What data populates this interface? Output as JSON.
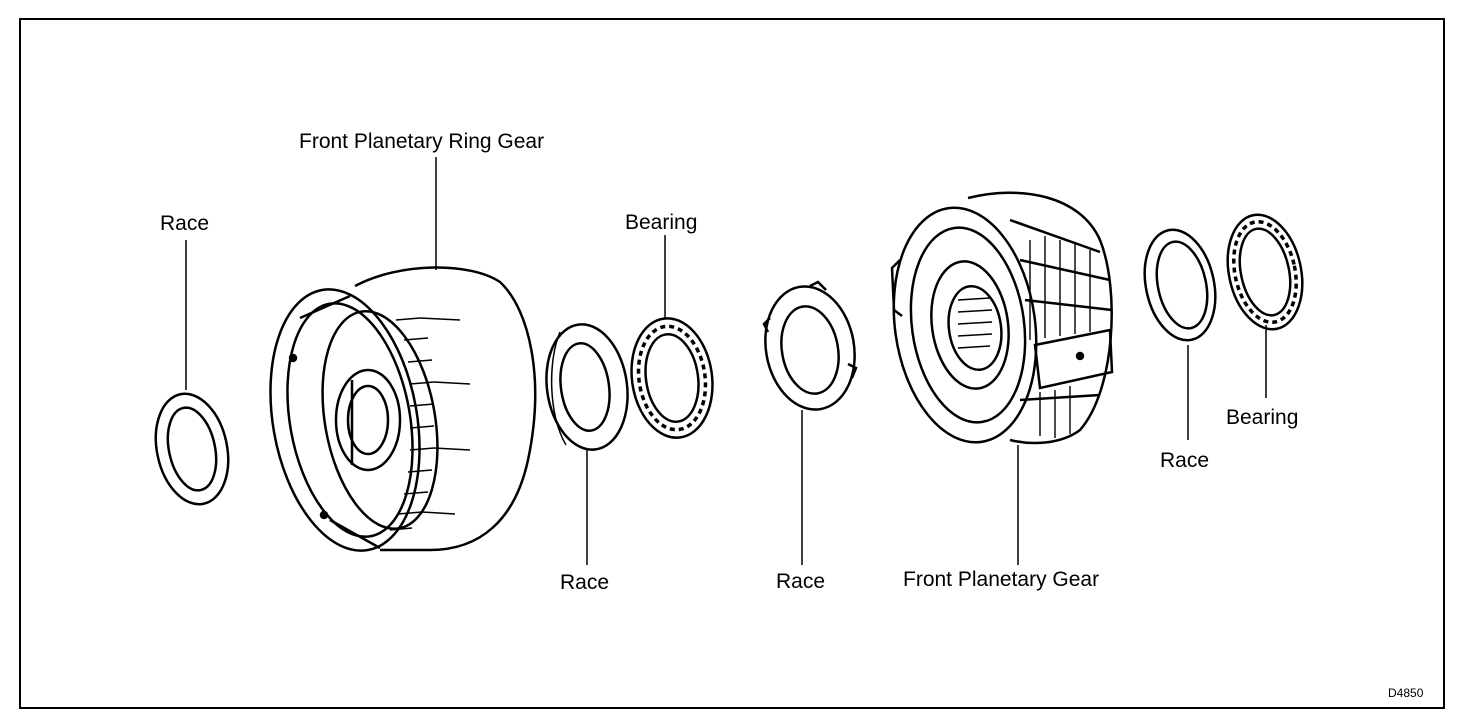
{
  "diagram": {
    "labels": {
      "ring_gear": "Front Planetary Ring Gear",
      "race_1": "Race",
      "bearing_1": "Bearing",
      "race_2": "Race",
      "race_3": "Race",
      "planetary_gear": "Front Planetary Gear",
      "race_4": "Race",
      "bearing_2": "Bearing"
    },
    "figure_code": "D4850"
  }
}
